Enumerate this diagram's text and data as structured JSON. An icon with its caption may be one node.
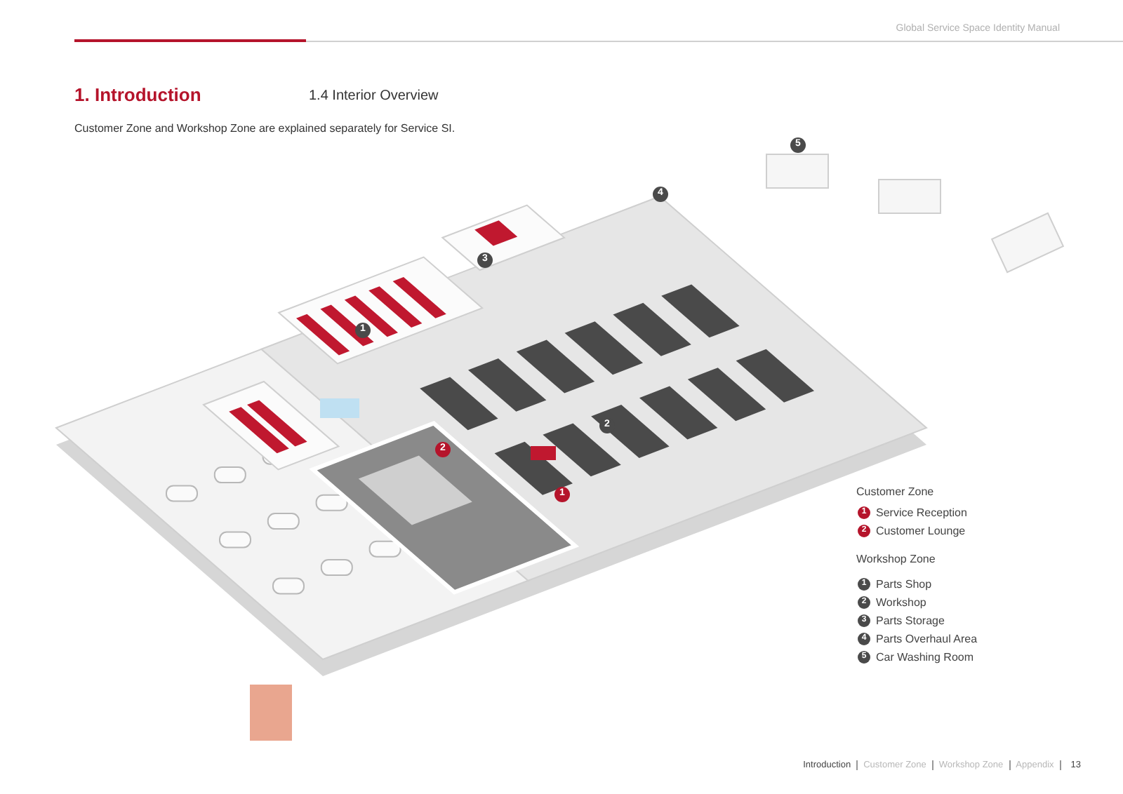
{
  "diagram": {
    "title": "1. Introduction",
    "labels": [
      "Global Service Space Identity Manual",
      "1.4 Interior Overview",
      "Customer Zone and Workshop Zone are explained separately for Service SI.",
      "5",
      "4",
      "3",
      "1",
      "2",
      "2",
      "1",
      "Customer Zone",
      "1",
      "Service Reception",
      "2",
      "Customer Lounge",
      "Workshop Zone",
      "1",
      "Parts Shop",
      "2",
      "Workshop",
      "3",
      "Parts Storage",
      "4",
      "Parts Overhaul Area",
      "5",
      "Car Washing Room",
      "Introduction",
      "Customer Zone",
      "Workshop Zone",
      "Appendix",
      "13"
    ]
  }
}
